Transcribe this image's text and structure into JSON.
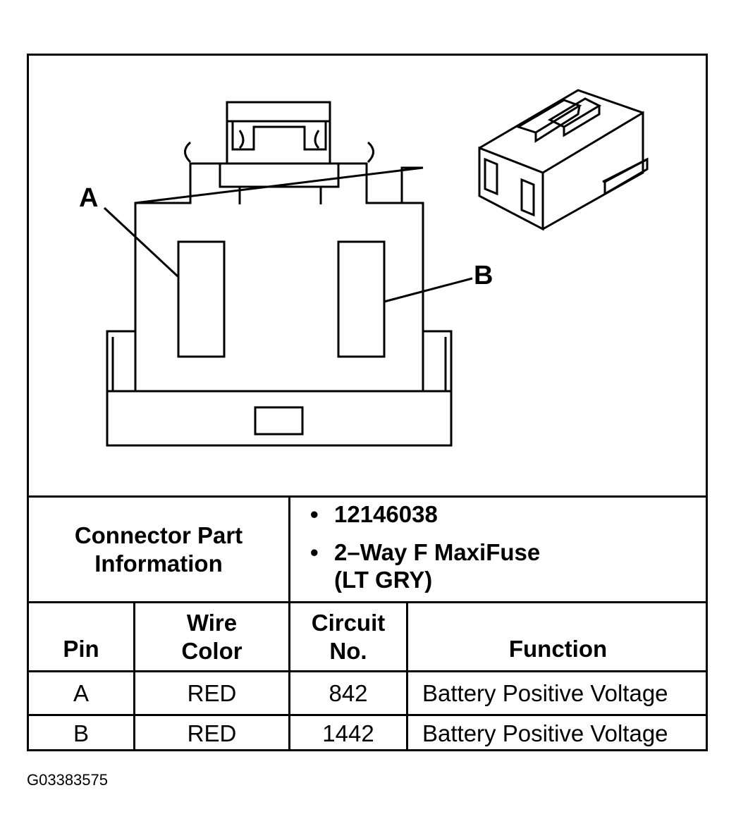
{
  "figure_id": "G03383575",
  "diagram": {
    "pin_labels": [
      "A",
      "B"
    ]
  },
  "part_info": {
    "label": "Connector Part Information",
    "part_number": "12146038",
    "description_line1": "2–Way F MaxiFuse",
    "description_line2": "(LT GRY)"
  },
  "table": {
    "headers": {
      "pin": "Pin",
      "wire_color_line1": "Wire",
      "wire_color_line2": "Color",
      "circuit_line1": "Circuit",
      "circuit_line2": "No.",
      "function": "Function"
    },
    "rows": [
      {
        "pin": "A",
        "wire_color": "RED",
        "circuit": "842",
        "function": "Battery Positive Voltage"
      },
      {
        "pin": "B",
        "wire_color": "RED",
        "circuit": "1442",
        "function": "Battery Positive Voltage"
      }
    ]
  }
}
